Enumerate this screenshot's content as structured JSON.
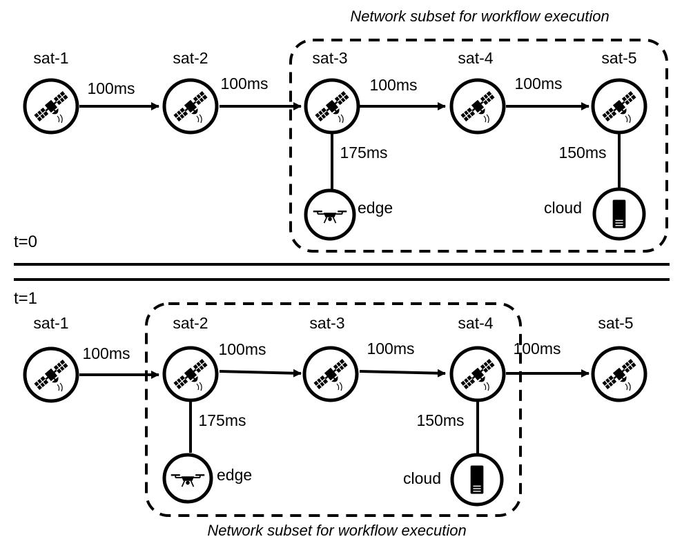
{
  "top": {
    "time_label": "t=0",
    "subset_caption": "Network subset for workflow execution",
    "nodes": {
      "sat1": {
        "label": "sat-1",
        "icon": "satellite-icon"
      },
      "sat2": {
        "label": "sat-2",
        "icon": "satellite-icon"
      },
      "sat3": {
        "label": "sat-3",
        "icon": "satellite-icon"
      },
      "sat4": {
        "label": "sat-4",
        "icon": "satellite-icon"
      },
      "sat5": {
        "label": "sat-5",
        "icon": "satellite-icon"
      },
      "edge": {
        "label": "edge",
        "icon": "drone-icon"
      },
      "cloud": {
        "label": "cloud",
        "icon": "server-icon"
      }
    },
    "links": {
      "sat1_sat2": "100ms",
      "sat2_sat3": "100ms",
      "sat3_sat4": "100ms",
      "sat4_sat5": "100ms",
      "sat3_edge": "175ms",
      "sat5_cloud": "150ms"
    }
  },
  "bottom": {
    "time_label": "t=1",
    "subset_caption": "Network subset for workflow execution",
    "nodes": {
      "sat1": {
        "label": "sat-1",
        "icon": "satellite-icon"
      },
      "sat2": {
        "label": "sat-2",
        "icon": "satellite-icon"
      },
      "sat3": {
        "label": "sat-3",
        "icon": "satellite-icon"
      },
      "sat4": {
        "label": "sat-4",
        "icon": "satellite-icon"
      },
      "sat5": {
        "label": "sat-5",
        "icon": "satellite-icon"
      },
      "edge": {
        "label": "edge",
        "icon": "drone-icon"
      },
      "cloud": {
        "label": "cloud",
        "icon": "server-icon"
      }
    },
    "links": {
      "sat1_sat2": "100ms",
      "sat2_sat3": "100ms",
      "sat3_sat4": "100ms",
      "sat4_sat5": "100ms",
      "sat2_edge": "175ms",
      "sat4_cloud": "150ms"
    }
  }
}
